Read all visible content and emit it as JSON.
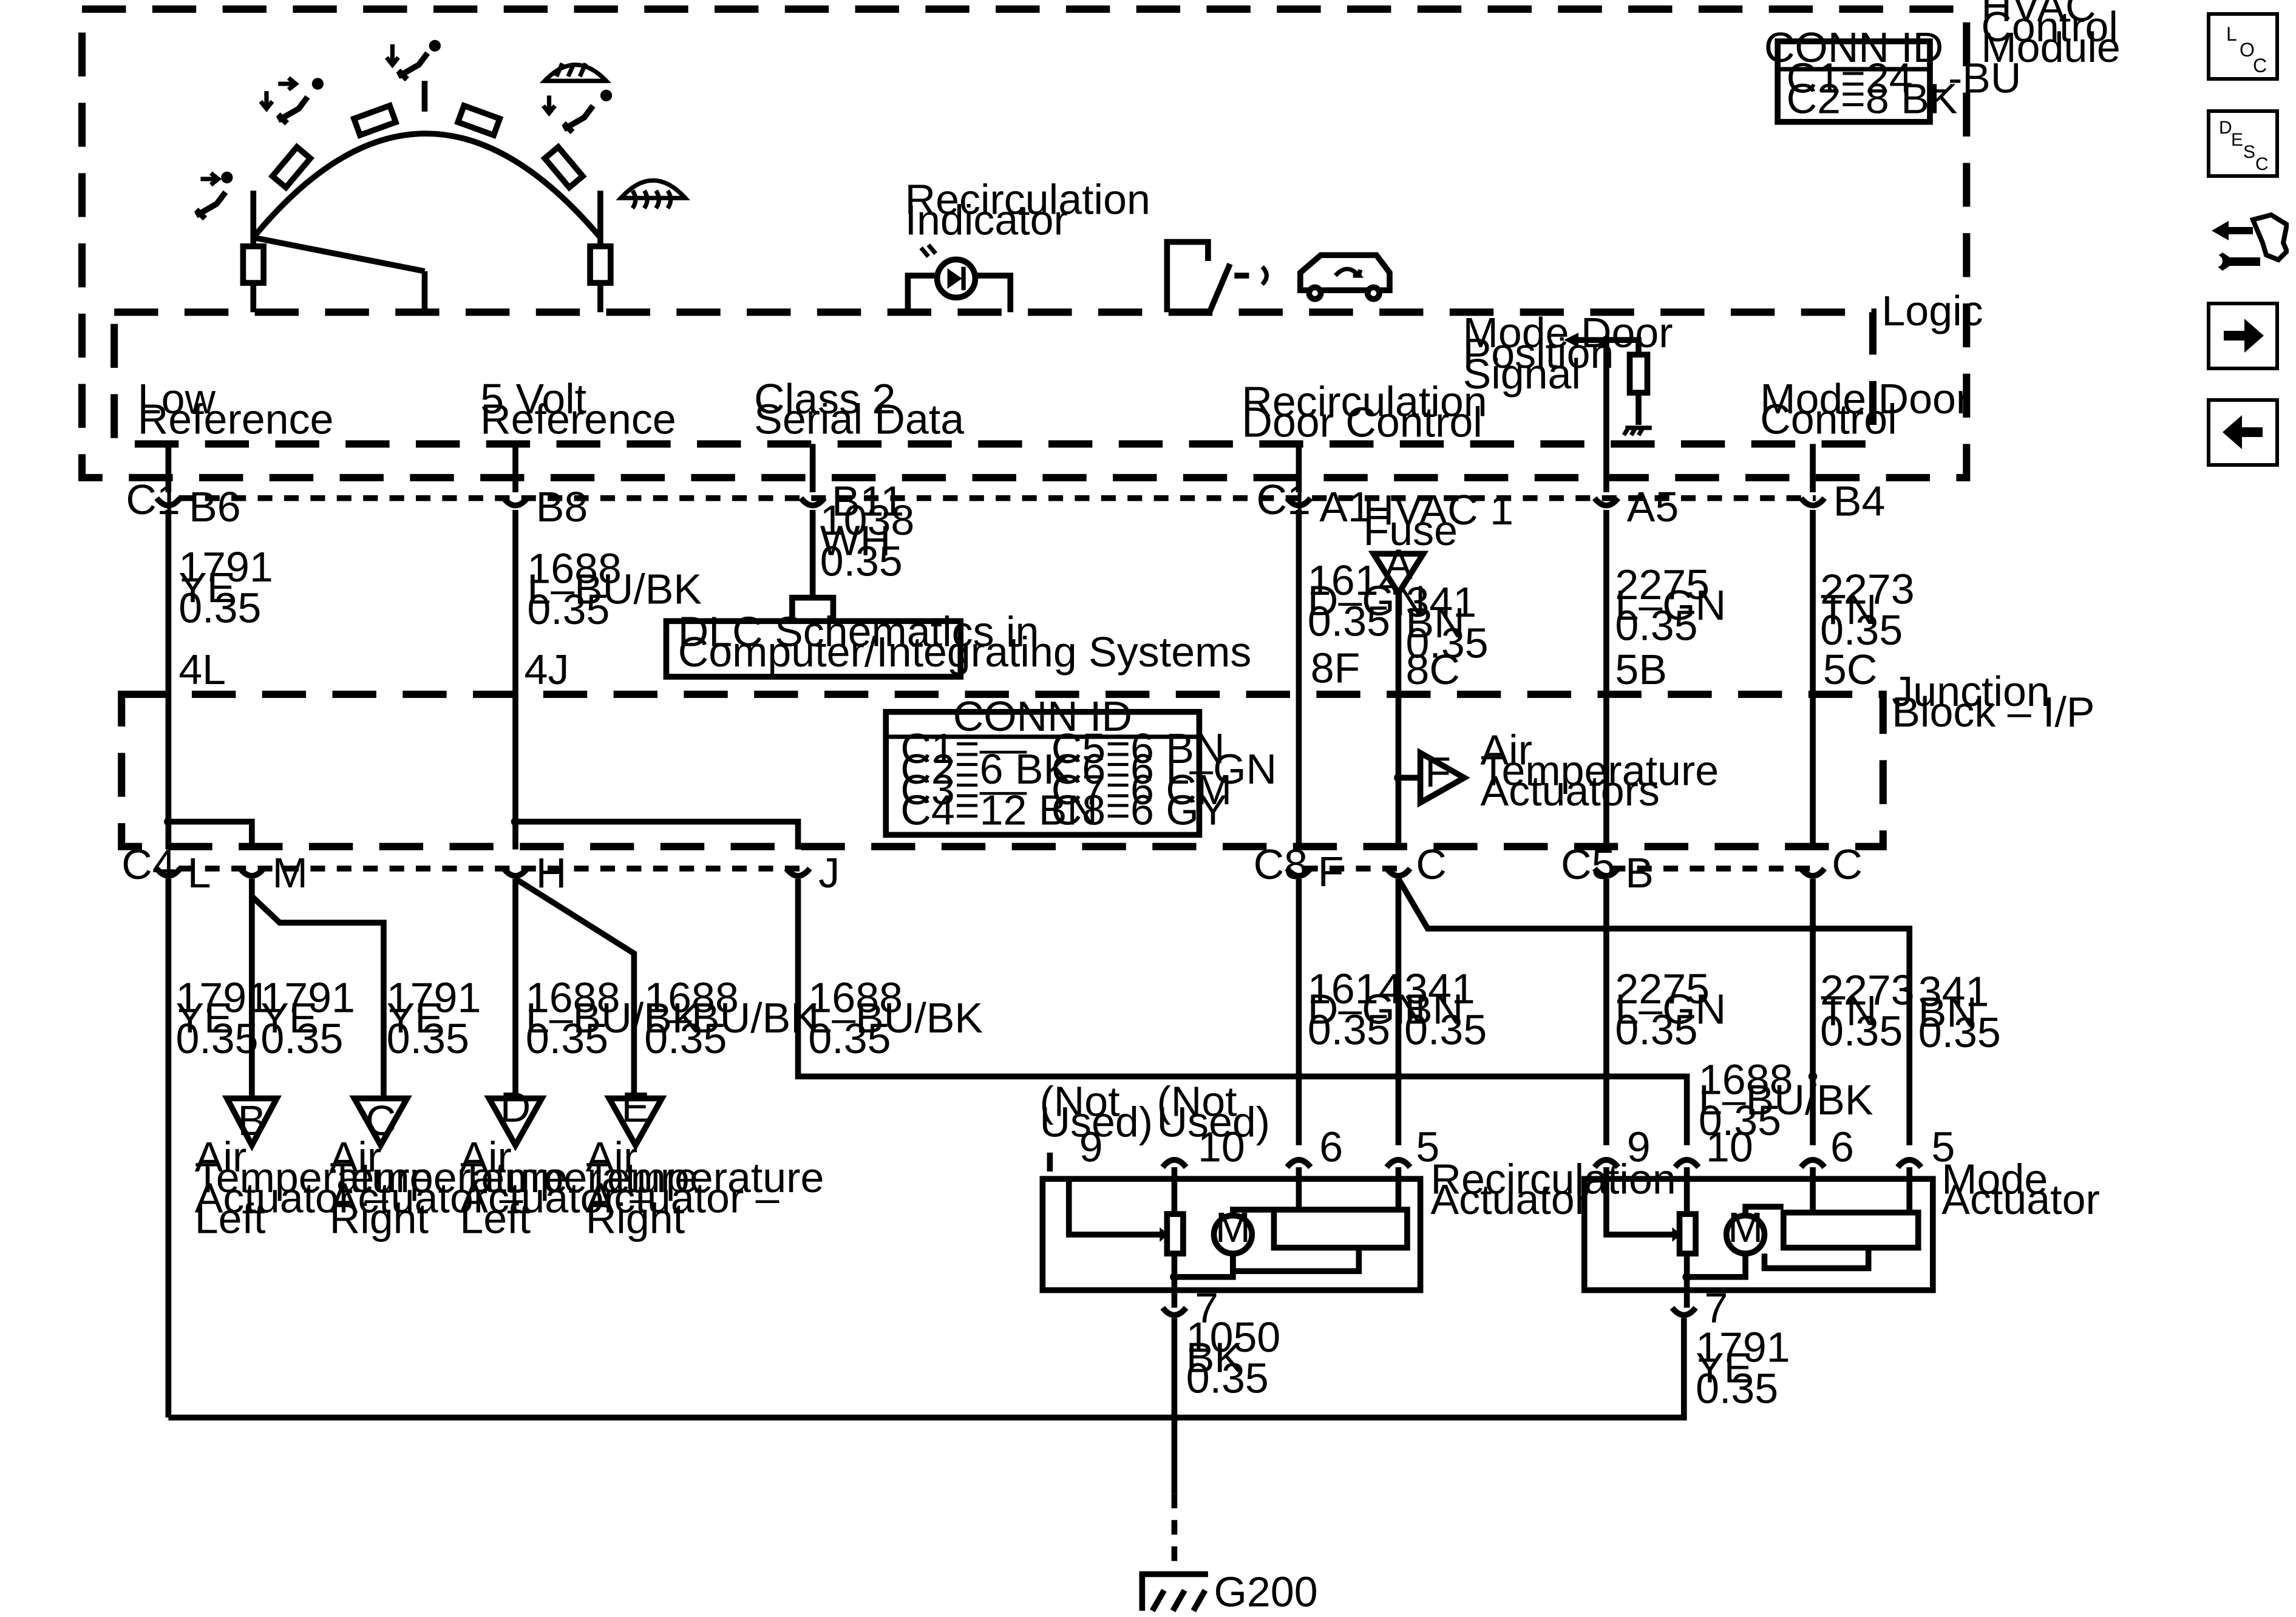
{
  "module": {
    "title": [
      "HVAC",
      "Control",
      "Module"
    ],
    "conn_id": {
      "title": "CONN ID",
      "lines": [
        "C1=24 L-BU",
        "C2=8 BK"
      ]
    },
    "recirc_indicator": [
      "Recirculation",
      "Indicator"
    ],
    "logic": "Logic",
    "mode_door_pos": [
      "Mode Door",
      "Position",
      "Signal"
    ],
    "low_ref": [
      "Low",
      "Reference"
    ],
    "five_volt_ref": [
      "5 Volt",
      "Reference"
    ],
    "class2": [
      "Class 2",
      "Serial Data"
    ],
    "recirc_door_ctrl": [
      "Recirculation",
      "Door Control"
    ],
    "mode_door_ctrl": [
      "Mode Door",
      "Control"
    ]
  },
  "pins_top": {
    "c1": "C1",
    "b6": "B6",
    "b8": "B8",
    "b11": "B11",
    "c1b": "C1",
    "a1": "A1",
    "a5": "A5",
    "b4": "B4"
  },
  "wires_top": {
    "w1791": [
      "1791",
      "YE",
      "0.35"
    ],
    "w1688": [
      "1688",
      "L–BU/BK",
      "0.35"
    ],
    "w1038": [
      "1038",
      "WH",
      "0.35"
    ],
    "w1614": [
      "1614",
      "D–GN",
      "0.35"
    ],
    "w341": [
      "341",
      "BN",
      "0.35"
    ],
    "w2275": [
      "2275",
      "L–GN",
      "0.35"
    ],
    "w2273": [
      "2273",
      "TN",
      "0.35"
    ]
  },
  "fuse": {
    "label": [
      "HVAC 1",
      "Fuse"
    ],
    "letter": "A"
  },
  "dlc": [
    "DLC Schematics in",
    "Computer/Integrating Systems"
  ],
  "jb_pins_top": {
    "4l": "4L",
    "4j": "4J",
    "8f": "8F",
    "8c": "8C",
    "5b": "5B",
    "5c": "5C"
  },
  "junction": {
    "title": [
      "Junction",
      "Block – I/P"
    ],
    "conn_id": {
      "title": "CONN ID",
      "left": [
        "C1=––",
        "C2=6 BK",
        "C3=––",
        "C4=12 BN"
      ],
      "right": [
        "C5=6 BN",
        "C6=6 L–GN",
        "C7=6 CM",
        "C8=6 GY"
      ]
    },
    "air_temp": [
      "Air",
      "Temperature",
      "Actuators"
    ],
    "air_temp_letter": "F"
  },
  "jb_pins_bottom": {
    "c4": "C4",
    "l": "L",
    "m": "M",
    "h": "H",
    "j": "J",
    "c8": "C8",
    "f": "F",
    "c": "C",
    "c5": "C5",
    "b": "B",
    "c2": "C"
  },
  "wires_bottom": {
    "w1791": [
      "1791",
      "YE",
      "0.35"
    ],
    "w1688": [
      "1688",
      "L–BU/BK",
      "0.35"
    ],
    "w1614": [
      "1614",
      "D–GN",
      "0.35"
    ],
    "w341": [
      "341",
      "BN",
      "0.35"
    ],
    "w2275": [
      "2275",
      "L–GN",
      "0.35"
    ],
    "w2273": [
      "2273",
      "TN",
      "0.35"
    ],
    "w1050": [
      "1050",
      "BK",
      "0.35"
    ]
  },
  "actuators": {
    "b": {
      "letter": "B",
      "label": [
        "Air",
        "Temperature",
        "Actuator –",
        "Left"
      ]
    },
    "c": {
      "letter": "C",
      "label": [
        "Air",
        "Temperature",
        "Actuator –",
        "Right"
      ]
    },
    "d": {
      "letter": "D",
      "label": [
        "Air",
        "Temperature",
        "Actuator –",
        "Left"
      ]
    },
    "e": {
      "letter": "E",
      "label": [
        "Air",
        "Temperature",
        "Actuator –",
        "Right"
      ]
    }
  },
  "recirc_actuator": {
    "label": [
      "Recirculation",
      "Actuator"
    ],
    "not_used": [
      "(Not",
      "Used)"
    ],
    "pins": [
      "9",
      "10",
      "6",
      "5",
      "7"
    ],
    "motor": "M"
  },
  "mode_actuator": {
    "label": [
      "Mode",
      "Actuator"
    ],
    "pins": [
      "9",
      "10",
      "6",
      "5",
      "7"
    ],
    "motor": "M"
  },
  "ground": "G200",
  "nav": {
    "loc": [
      "L",
      "O",
      "C"
    ],
    "desc": [
      "D",
      "E",
      "S",
      "C"
    ],
    "icons": [
      "service-tool-icon",
      "arrow-right-icon",
      "arrow-left-icon"
    ]
  }
}
